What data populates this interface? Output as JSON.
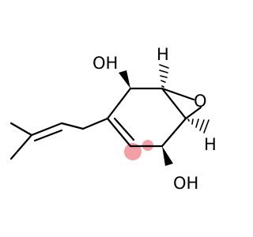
{
  "molecule": {
    "atom_labels": {
      "oh_top": "OH",
      "oh_bottom": "OH",
      "epoxide_oxygen": "O",
      "h_top": "H",
      "h_bottom": "H"
    },
    "colors": {
      "bond": "#000000",
      "label": "#000000",
      "aromatic_highlight": "#f2a0a6"
    },
    "stereo_bonds": [
      "wedge",
      "hash"
    ]
  }
}
